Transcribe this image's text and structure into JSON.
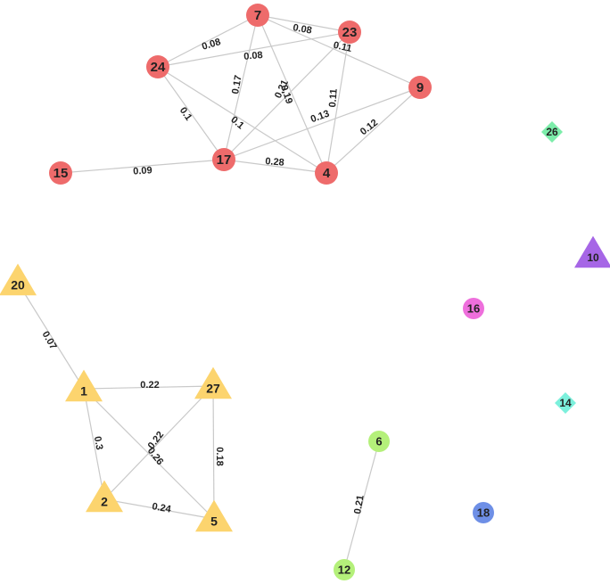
{
  "graph": {
    "colors": {
      "red": "#ee6b6b",
      "yellow": "#fcd46e",
      "green": "#b4f07a",
      "purple": "#a666e6",
      "magenta": "#ee6fdc",
      "blue": "#6e8fe6",
      "mint": "#7cedaa",
      "teal": "#7cf0dc",
      "edge": "#c9c9c9"
    },
    "nodes": [
      {
        "id": "7",
        "label": "7",
        "shape": "circle",
        "color": "red"
      },
      {
        "id": "23",
        "label": "23",
        "shape": "circle",
        "color": "red"
      },
      {
        "id": "24",
        "label": "24",
        "shape": "circle",
        "color": "red"
      },
      {
        "id": "9",
        "label": "9",
        "shape": "circle",
        "color": "red"
      },
      {
        "id": "17",
        "label": "17",
        "shape": "circle",
        "color": "red"
      },
      {
        "id": "4",
        "label": "4",
        "shape": "circle",
        "color": "red"
      },
      {
        "id": "15",
        "label": "15",
        "shape": "circle",
        "color": "red"
      },
      {
        "id": "26",
        "label": "26",
        "shape": "diamond",
        "color": "mint"
      },
      {
        "id": "10",
        "label": "10",
        "shape": "triangle",
        "color": "purple"
      },
      {
        "id": "20",
        "label": "20",
        "shape": "triangle",
        "color": "yellow"
      },
      {
        "id": "16",
        "label": "16",
        "shape": "circle",
        "color": "magenta"
      },
      {
        "id": "1",
        "label": "1",
        "shape": "triangle",
        "color": "yellow"
      },
      {
        "id": "27",
        "label": "27",
        "shape": "triangle",
        "color": "yellow"
      },
      {
        "id": "14",
        "label": "14",
        "shape": "diamond",
        "color": "teal"
      },
      {
        "id": "6",
        "label": "6",
        "shape": "circle",
        "color": "green"
      },
      {
        "id": "2",
        "label": "2",
        "shape": "triangle",
        "color": "yellow"
      },
      {
        "id": "5",
        "label": "5",
        "shape": "triangle",
        "color": "yellow"
      },
      {
        "id": "18",
        "label": "18",
        "shape": "circle",
        "color": "blue"
      },
      {
        "id": "12",
        "label": "12",
        "shape": "circle",
        "color": "green"
      }
    ],
    "edges": [
      {
        "source": "7",
        "target": "23",
        "label": "0.08"
      },
      {
        "source": "7",
        "target": "24",
        "label": "0.08"
      },
      {
        "source": "24",
        "target": "23",
        "label": "0.08"
      },
      {
        "source": "7",
        "target": "9",
        "label": "0.11"
      },
      {
        "source": "7",
        "target": "17",
        "label": "0.17"
      },
      {
        "source": "7",
        "target": "4",
        "label": "0.19"
      },
      {
        "source": "23",
        "target": "17",
        "label": "0.21"
      },
      {
        "source": "23",
        "target": "4",
        "label": "0.11"
      },
      {
        "source": "24",
        "target": "17",
        "label": "0.1"
      },
      {
        "source": "24",
        "target": "4",
        "label": "0.1"
      },
      {
        "source": "9",
        "target": "17",
        "label": "0.13"
      },
      {
        "source": "9",
        "target": "4",
        "label": "0.12"
      },
      {
        "source": "17",
        "target": "4",
        "label": "0.28"
      },
      {
        "source": "15",
        "target": "17",
        "label": "0.09"
      },
      {
        "source": "20",
        "target": "1",
        "label": "0.07"
      },
      {
        "source": "1",
        "target": "27",
        "label": "0.22"
      },
      {
        "source": "1",
        "target": "2",
        "label": "0.3"
      },
      {
        "source": "1",
        "target": "5",
        "label": "0.26"
      },
      {
        "source": "27",
        "target": "2",
        "label": "0.22"
      },
      {
        "source": "27",
        "target": "5",
        "label": "0.18"
      },
      {
        "source": "2",
        "target": "5",
        "label": "0.24"
      },
      {
        "source": "6",
        "target": "12",
        "label": "0.21"
      }
    ]
  }
}
